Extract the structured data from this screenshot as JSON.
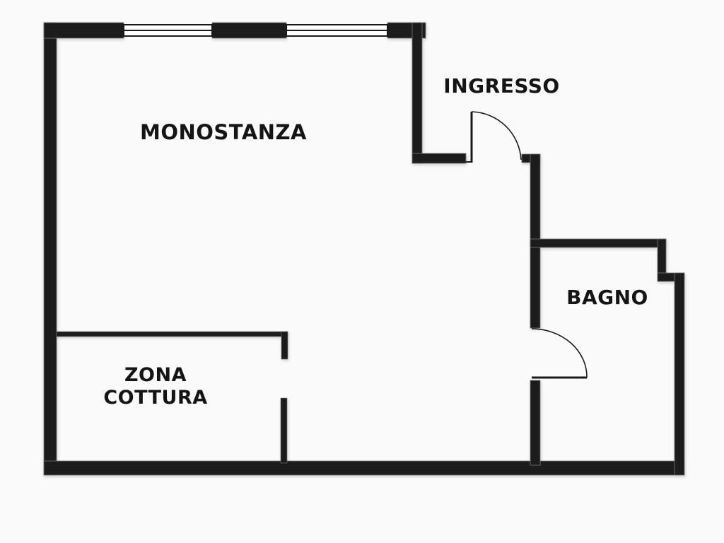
{
  "floor_plan": {
    "rooms": [
      {
        "id": "monostanza",
        "label": "MONOSTANZA"
      },
      {
        "id": "ingresso",
        "label": "INGRESSO"
      },
      {
        "id": "bagno",
        "label": "BAGNO"
      },
      {
        "id": "zona_cottura",
        "label": "ZONA\nCOTTURA"
      }
    ],
    "colors": {
      "wall": "#1a1a1a",
      "background": "#fafafa",
      "window_glass": "#ffffff"
    },
    "doors": [
      {
        "id": "entrance-door",
        "connects": "ingresso-monostanza"
      },
      {
        "id": "bathroom-door",
        "connects": "monostanza-bagno"
      }
    ],
    "windows": [
      {
        "id": "window-1"
      },
      {
        "id": "window-2"
      }
    ]
  }
}
